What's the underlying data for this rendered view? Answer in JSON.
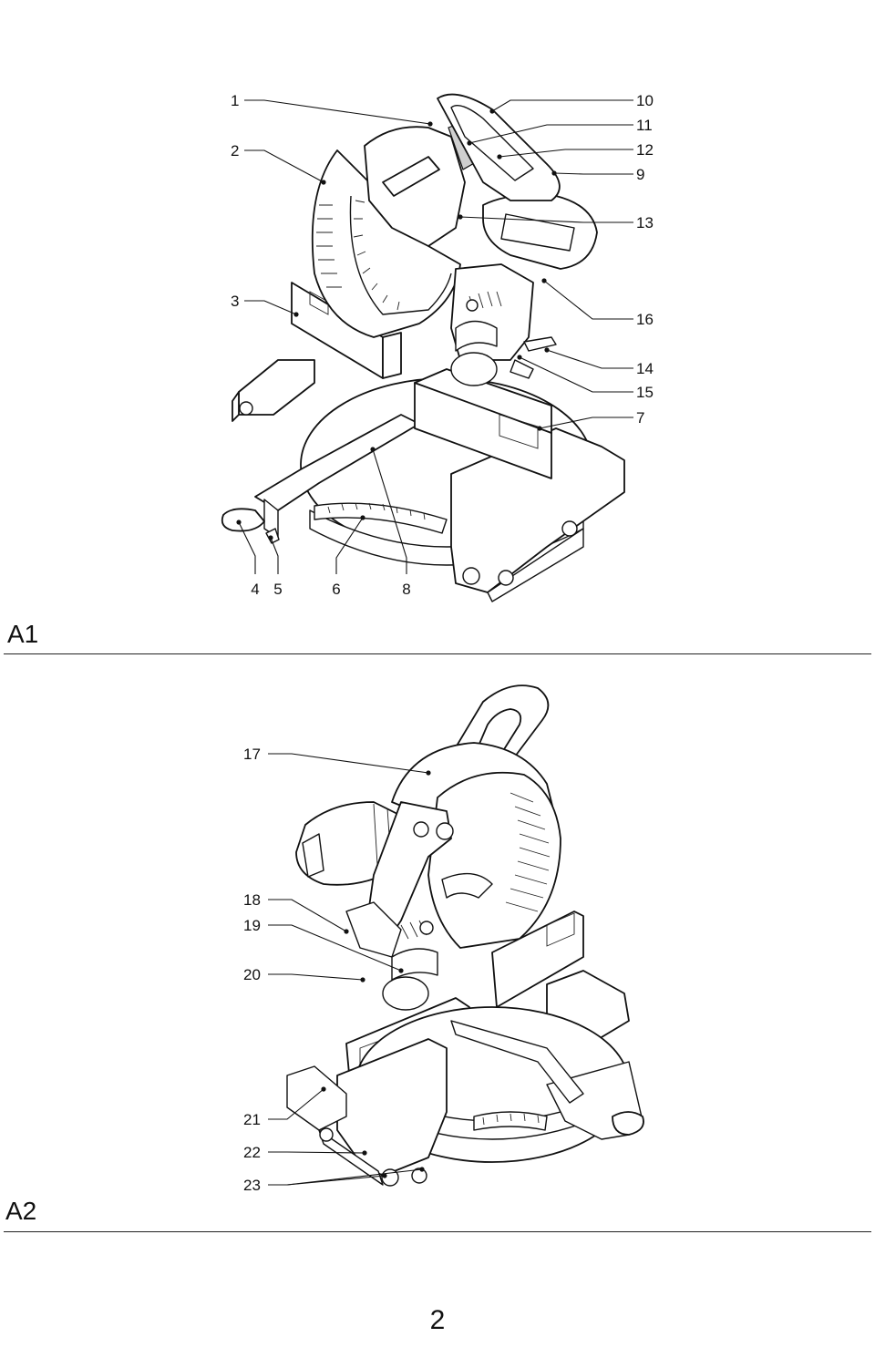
{
  "figure_a1": {
    "label": "A1",
    "callouts": [
      "1",
      "2",
      "3",
      "10",
      "11",
      "12",
      "9",
      "13",
      "16",
      "14",
      "15",
      "7",
      "4",
      "5",
      "6",
      "8"
    ]
  },
  "figure_a2": {
    "label": "A2",
    "callouts": [
      "17",
      "18",
      "19",
      "20",
      "21",
      "22",
      "23"
    ]
  },
  "page_number": "2"
}
